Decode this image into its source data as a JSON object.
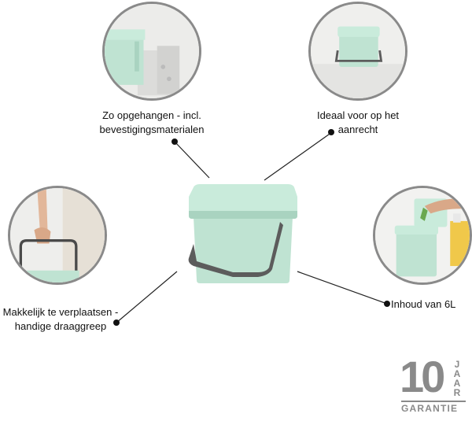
{
  "features": {
    "wall_mount": {
      "line1": "Zo opgehangen - incl.",
      "line2": "bevestigingsmaterialen"
    },
    "countertop": {
      "line1": "Ideaal voor op het",
      "line2": "aanrecht"
    },
    "carry": {
      "line1": "Makkelijk te verplaatsen -",
      "line2": "handige draaggreep"
    },
    "capacity": {
      "line1": "Inhoud van 6L"
    }
  },
  "warranty": {
    "number": "10",
    "unit_letters": [
      "J",
      "A",
      "A",
      "R"
    ],
    "label": "GARANTIE"
  },
  "colors": {
    "bin": "#bfe3d2",
    "bin_shade": "#a9d3c0",
    "handle": "#5c5c5c",
    "ring": "#8a8a8a",
    "badge": "#8a8a8a"
  },
  "icons": [
    "dot-icon",
    "bin-illustration"
  ]
}
